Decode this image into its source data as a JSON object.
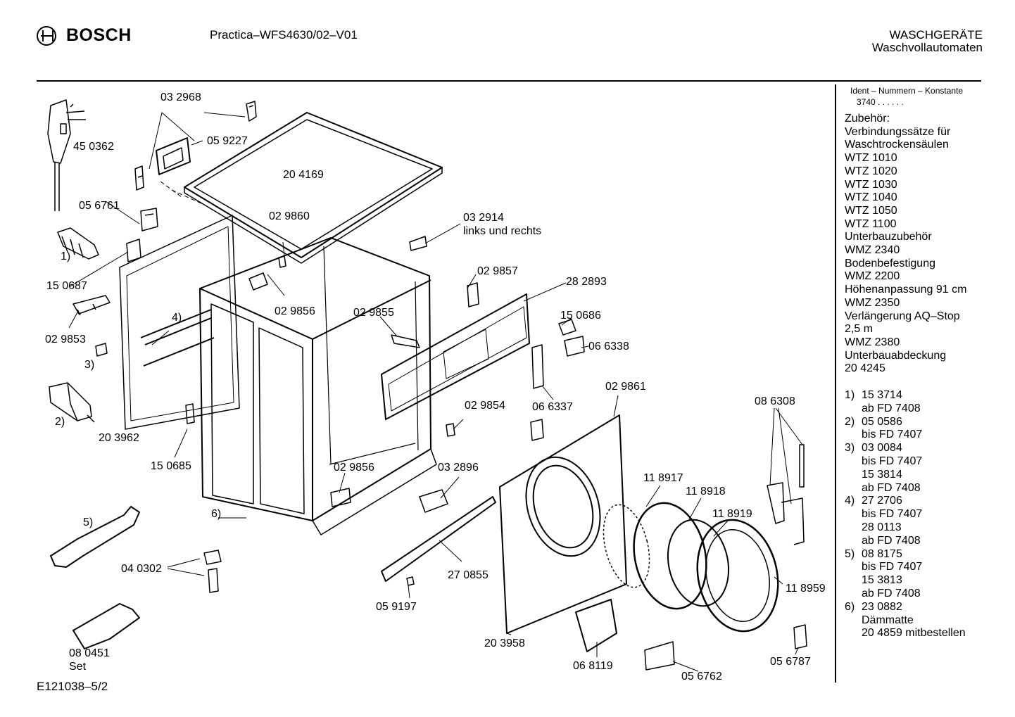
{
  "header": {
    "brand": "BOSCH",
    "model": "Practica–WFS4630/02–V01",
    "category_line1": "WASCHGERÄTE",
    "category_line2": "Waschvollautomaten"
  },
  "sidebar": {
    "ident_title": "Ident – Nummern – Konstante",
    "ident_value": "3740 . . . . . .",
    "accessories": [
      "Zubehör:",
      "Verbindungssätze für",
      "Waschtrockensäulen",
      "WTZ 1010",
      "WTZ 1020",
      "WTZ 1030",
      "WTZ 1040",
      "WTZ 1050",
      "WTZ 1100",
      "Unterbauzubehör",
      "WMZ 2340",
      "Bodenbefestigung",
      "WMZ 2200",
      "Höhenanpassung  91 cm",
      "WMZ 2350",
      "Verlängerung AQ–Stop",
      "2,5 m",
      "WMZ 2380",
      "Unterbauabdeckung",
      "20 4245"
    ],
    "notes": [
      {
        "num": "1)",
        "text": "15 3714"
      },
      {
        "num": "",
        "text": "ab FD 7408"
      },
      {
        "num": "2)",
        "text": "05 0586"
      },
      {
        "num": "",
        "text": "bis FD 7407"
      },
      {
        "num": "3)",
        "text": "03 0084"
      },
      {
        "num": "",
        "text": "bis FD 7407"
      },
      {
        "num": "",
        "text": "15 3814"
      },
      {
        "num": "",
        "text": "ab FD 7408"
      },
      {
        "num": "4)",
        "text": "27 2706"
      },
      {
        "num": "",
        "text": "bis FD 7407"
      },
      {
        "num": "",
        "text": "28 0113"
      },
      {
        "num": "",
        "text": "ab FD 7408"
      },
      {
        "num": "5)",
        "text": "08 8175"
      },
      {
        "num": "",
        "text": "bis FD 7407"
      },
      {
        "num": "",
        "text": "15 3813"
      },
      {
        "num": "",
        "text": "ab FD 7408"
      },
      {
        "num": "6)",
        "text": "23 0882"
      },
      {
        "num": "",
        "text": "Dämmatte"
      },
      {
        "num": "",
        "text": "20 4859 mitbestellen"
      }
    ]
  },
  "parts": {
    "p032968": "03 2968",
    "p450362": "45 0362",
    "p059227": "05 9227",
    "p204169": "20 4169",
    "p056761": "05 6761",
    "p029860": "02 9860",
    "p032914": "03 2914",
    "p032914_note": "links und rechts",
    "n1": "1)",
    "p150687": "15 0687",
    "p029857": "02 9857",
    "p282893": "28 2893",
    "p029856a": "02 9856",
    "p029855": "02 9855",
    "p150686": "15 0686",
    "n4": "4)",
    "p029853": "02 9853",
    "p066338": "06 6338",
    "n3": "3)",
    "p029861": "02 9861",
    "p029854": "02 9854",
    "p066337": "06 6337",
    "p086308": "08 6308",
    "n2": "2)",
    "p203962": "20 3962",
    "p150685": "15 0685",
    "p029856b": "02 9856",
    "p032896": "03 2896",
    "p118917": "11 8917",
    "p118918": "11 8918",
    "p118919": "11 8919",
    "n5": "5)",
    "n6": "6)",
    "p040302": "04 0302",
    "p270855": "27 0855",
    "p118959": "11 8959",
    "p059197": "05 9197",
    "p203958": "20 3958",
    "p080451": "08  0451",
    "p080451_note": "Set",
    "p068119": "06 8119",
    "p056787": "05 6787",
    "p056762": "05 6762"
  },
  "footer": {
    "code": "E121038–5/2"
  }
}
